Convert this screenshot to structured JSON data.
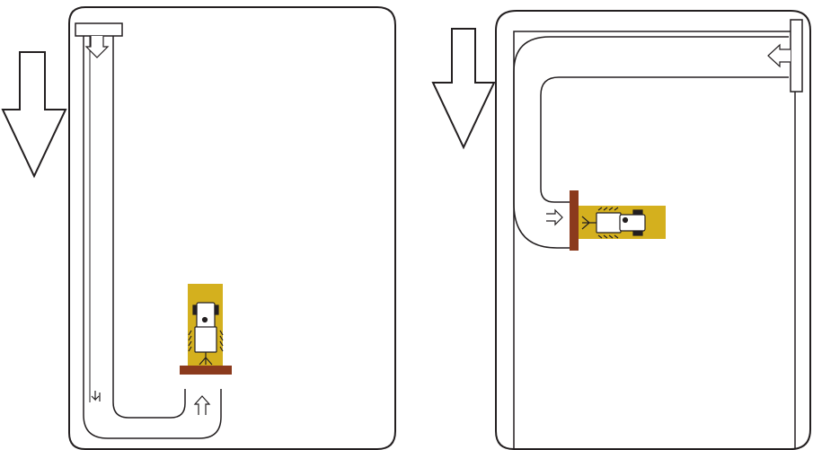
{
  "colors": {
    "line": "#231f20",
    "field_fill": "#ffffff",
    "tractor_zone": "#d4b01e",
    "implement": "#8b3a1d",
    "tractor_body": "#ffffff"
  },
  "icons": {
    "big_arrow": "large-down-arrow-icon",
    "tractor": "tractor-icon",
    "implement": "implement-bar-icon",
    "small_arrow": "small-arrow-icon"
  },
  "diagrams": [
    {
      "id": "left",
      "description_direction": "down",
      "tractor_orientation": "vertical",
      "travel_arrows": [
        "down",
        "down",
        "up"
      ]
    },
    {
      "id": "right",
      "description_direction": "down",
      "tractor_orientation": "horizontal",
      "travel_arrows": [
        "left",
        "right"
      ]
    }
  ]
}
